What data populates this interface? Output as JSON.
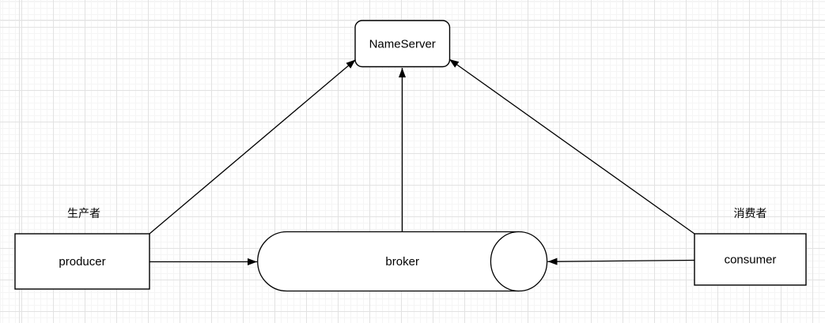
{
  "canvas": {
    "background_color": "#ffffff",
    "grid_major_color": "#e2e2e2",
    "grid_minor_color": "#f5f5f5"
  },
  "style": {
    "stroke_color": "#000000",
    "shape_fill_color": "#ffffff"
  },
  "nodes": {
    "nameserver": {
      "label": "NameServer"
    },
    "producer": {
      "label": "producer",
      "caption": "生产者"
    },
    "broker": {
      "label": "broker"
    },
    "consumer": {
      "label": "consumer",
      "caption": "消费者"
    }
  },
  "edges": {
    "producer_to_nameserver": {
      "direction": "arrow-into-nameserver"
    },
    "broker_to_nameserver": {
      "direction": "arrow-into-nameserver"
    },
    "consumer_to_nameserver": {
      "direction": "arrow-into-nameserver"
    },
    "producer_to_broker": {
      "direction": "arrow-into-broker"
    },
    "consumer_to_broker": {
      "direction": "arrow-into-broker"
    }
  }
}
